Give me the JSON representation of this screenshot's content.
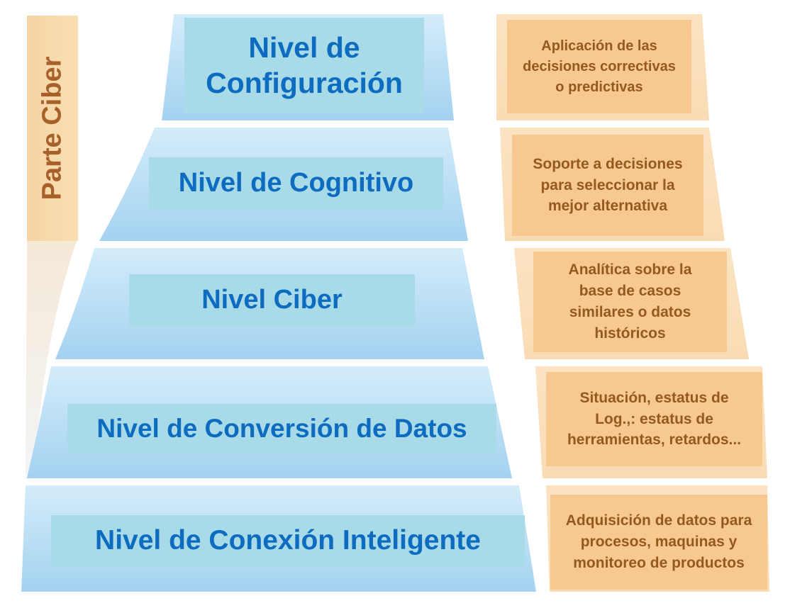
{
  "side_label": "Parte Ciber",
  "levels": [
    {
      "label": "Nivel de Configuración",
      "description": "Aplicación de las decisiones correctivas o predictivas"
    },
    {
      "label": "Nivel de Cognitivo",
      "description": "Soporte a decisiones para seleccionar la mejor alternativa"
    },
    {
      "label": "Nivel Ciber",
      "description": "Analítica sobre la base de casos similares o datos históricos"
    },
    {
      "label": "Nivel de Conversión de Datos",
      "description": "Situación, estatus de Log.,: estatus de herramientas, retardos..."
    },
    {
      "label": "Nivel de Conexión Inteligente",
      "description": "Adquisición de datos para procesos, maquinas y monitoreo de productos"
    }
  ],
  "colors": {
    "tier": "#a9d6f2",
    "label_box": "#a8dbe7",
    "label_text": "#0d6cc0",
    "desc_box": "#f7c991",
    "desc_text": "#94591e"
  }
}
